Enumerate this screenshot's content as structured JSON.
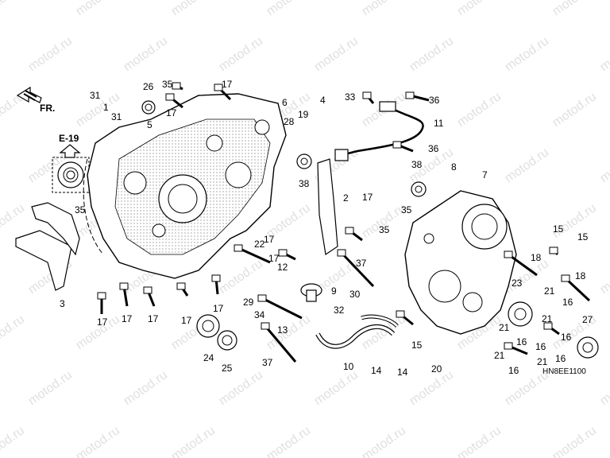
{
  "direction_label": "FR.",
  "ref_label": "E-19",
  "drawing_code": "HN8EE1100",
  "watermark": "motod.ru",
  "callouts": [
    "31",
    "1",
    "31",
    "26",
    "5",
    "35",
    "17",
    "17",
    "6",
    "4",
    "33",
    "36",
    "11",
    "36",
    "28",
    "19",
    "38",
    "2",
    "38",
    "8",
    "7",
    "35",
    "35",
    "17",
    "35",
    "22",
    "17",
    "12",
    "37",
    "17",
    "15",
    "15",
    "18",
    "9",
    "30",
    "23",
    "21",
    "32",
    "34",
    "29",
    "13",
    "16",
    "18",
    "17",
    "17",
    "17",
    "17",
    "17",
    "3",
    "24",
    "25",
    "37",
    "10",
    "14",
    "14",
    "20",
    "21",
    "16",
    "16",
    "27",
    "15",
    "16",
    "21",
    "16",
    "21",
    "21",
    "16"
  ]
}
